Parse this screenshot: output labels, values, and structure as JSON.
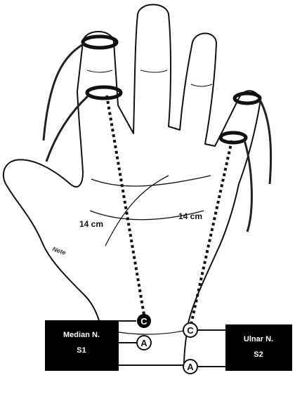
{
  "figure": {
    "distance_median": "14 cm",
    "distance_ulnar": "14 cm",
    "artist_signature": "Nete"
  },
  "median_box": {
    "line1": "Median N.",
    "line2": "S1"
  },
  "ulnar_box": {
    "line1": "Ulnar N.",
    "line2": "S2"
  },
  "electrodes": {
    "cathode": "C",
    "anode": "A"
  },
  "colors": {
    "ink": "#111111",
    "box": "#000000",
    "box_text": "#ffffff",
    "paper": "#ffffff"
  }
}
